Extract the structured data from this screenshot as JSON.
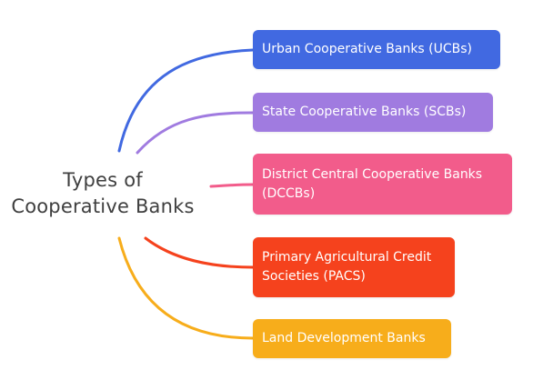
{
  "diagram": {
    "root": {
      "line1": "Types of",
      "line2": "Cooperative Banks"
    },
    "branches": [
      {
        "label": "Urban Cooperative Banks (UCBs)",
        "color": "#4169e1"
      },
      {
        "label": "State Cooperative Banks (SCBs)",
        "color": "#a07be0"
      },
      {
        "label": "District Central Cooperative Banks (DCCBs)",
        "color": "#f25c8b"
      },
      {
        "label": "Primary Agricultural Credit Societies (PACS)",
        "color": "#f5421d"
      },
      {
        "label": "Land Development Banks",
        "color": "#f7ad1b"
      }
    ]
  }
}
